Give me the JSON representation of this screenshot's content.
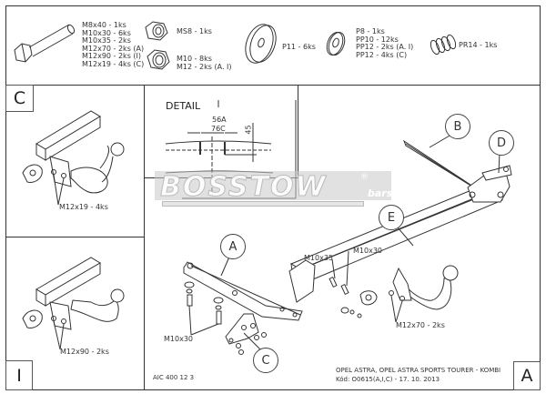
{
  "header_parts": {
    "bolts": {
      "icon": "hex-bolt-icon",
      "items": [
        "M8x40 - 1ks",
        "M10x30 - 6ks",
        "M10x35 - 2ks",
        "M12x70 - 2ks (A)",
        "M12x90 - 2ks (I)",
        "M12x19 - 4ks (C)"
      ]
    },
    "self_lock_nut": {
      "icon": "lock-nut-icon",
      "items": [
        "MS8 - 1ks"
      ]
    },
    "nuts": {
      "icon": "hex-nut-icon",
      "items": [
        "M10 - 8ks",
        "M12 - 2ks (A. I)"
      ]
    },
    "large_washer": {
      "icon": "large-washer-icon",
      "items": [
        "P11 - 6ks"
      ]
    },
    "washers": {
      "icon": "washer-icon",
      "items": [
        "P8 - 1ks",
        "PP10 - 12ks",
        "PP12 - 2ks (A. I)",
        "PP12 - 4ks (C)"
      ]
    },
    "spring_washer": {
      "icon": "spring-washer-icon",
      "items": [
        "PR14 - 1ks"
      ]
    }
  },
  "panel_c": {
    "label": "C",
    "bolt_note": "M12x19 - 4ks"
  },
  "panel_i": {
    "label": "I",
    "bolt_note": "M12x90 - 2ks"
  },
  "detail": {
    "title": "DETAIL",
    "dim_top": "56A",
    "dim_bottom": "76C",
    "dim_vertical": "45"
  },
  "watermark": {
    "text": "BOSSTOW",
    "sub": "bars",
    "reg": "®"
  },
  "main": {
    "callouts": [
      "A",
      "B",
      "C",
      "D",
      "E"
    ],
    "labels": {
      "m10x35": "M10x35",
      "m10x30_top": "M10x30",
      "m10x30_left": "M10x30",
      "m12x70": "M12x70 - 2ks"
    },
    "code": "AIC 400 12 3",
    "vehicle": "OPEL ASTRA, OPEL ASTRA SPORTS TOURER - KOMBI",
    "kod": "Kód: O0615(A,I,C) - 17. 10. 2013",
    "corner_label": "A"
  },
  "colors": {
    "line": "#333333",
    "watermark_grey": "#c8c8c8",
    "watermark_circle": "#9999cc"
  }
}
